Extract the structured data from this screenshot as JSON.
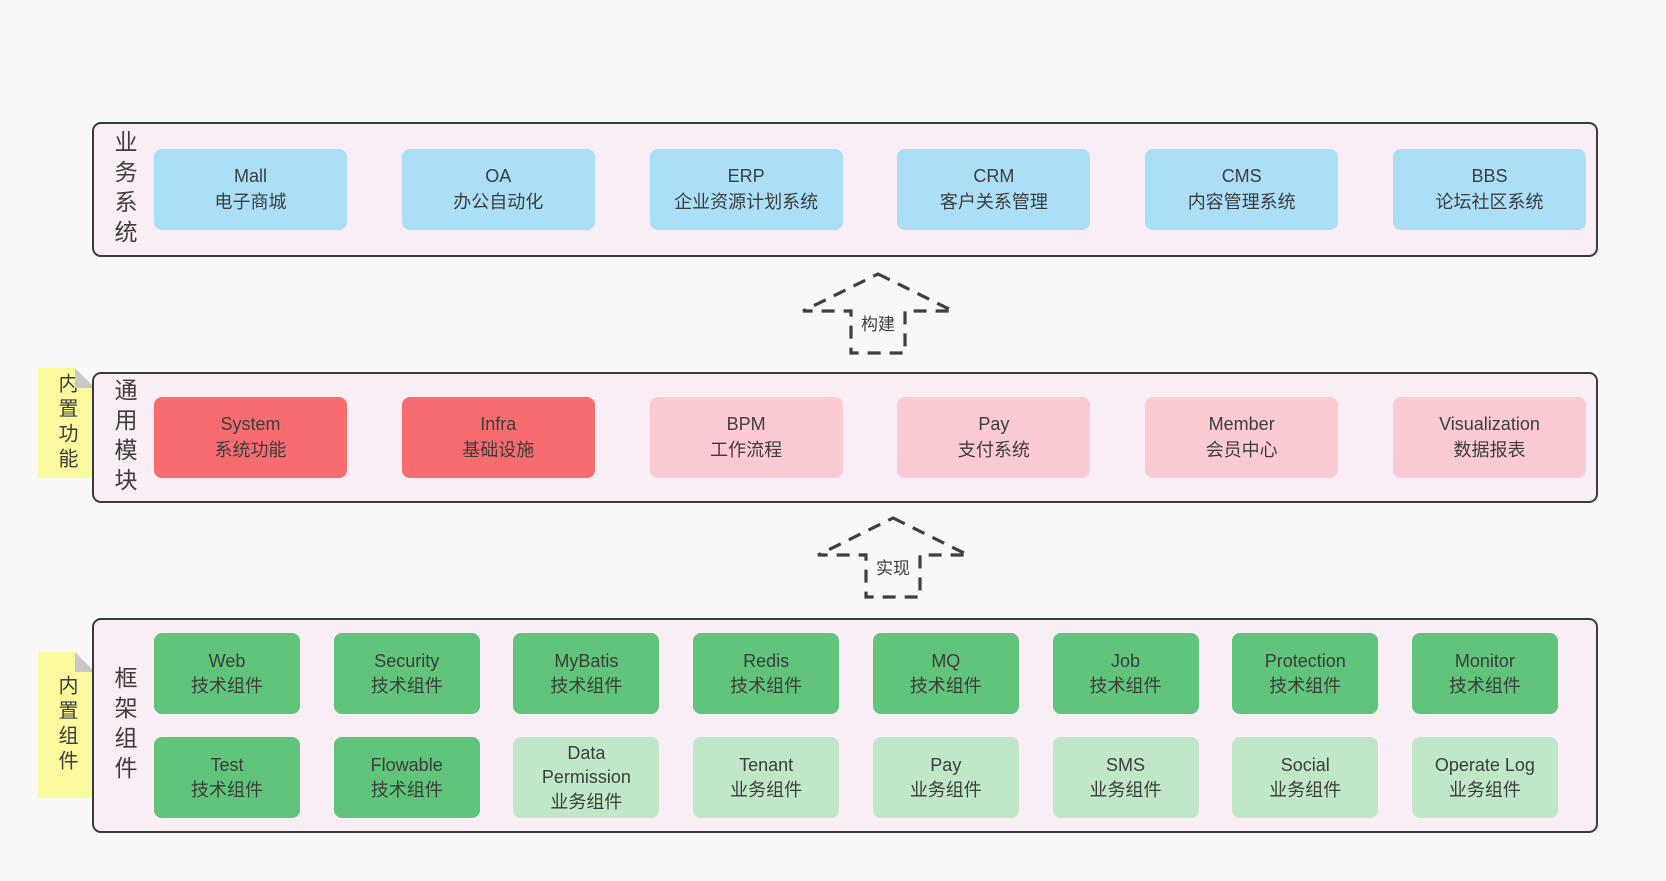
{
  "colors": {
    "page_bg": "#f8f8f8",
    "section_bg": "#f9edf6",
    "section_border": "#3b3b3b",
    "business_box": "#aadff7",
    "core_module_box": "#f76d6f",
    "module_box": "#fccad2",
    "tech_component_box": "#60c47a",
    "biz_component_box": "#c0e8c8",
    "sticky_note": "#fbf99d",
    "sticky_fold": "#c8c8c8",
    "text": "#3d3d3d"
  },
  "arrows": [
    {
      "label": "构建"
    },
    {
      "label": "实现"
    }
  ],
  "sections": [
    {
      "label": "业务系统",
      "boxes": [
        {
          "title": "Mall",
          "subtitle": "电子商城"
        },
        {
          "title": "OA",
          "subtitle": "办公自动化"
        },
        {
          "title": "ERP",
          "subtitle": "企业资源计划系统"
        },
        {
          "title": "CRM",
          "subtitle": "客户关系管理"
        },
        {
          "title": "CMS",
          "subtitle": "内容管理系统"
        },
        {
          "title": "BBS",
          "subtitle": "论坛社区系统"
        }
      ]
    },
    {
      "label": "通用模块",
      "note": "内置功能",
      "boxes": [
        {
          "title": "System",
          "subtitle": "系统功能"
        },
        {
          "title": "Infra",
          "subtitle": "基础设施"
        },
        {
          "title": "BPM",
          "subtitle": "工作流程"
        },
        {
          "title": "Pay",
          "subtitle": "支付系统"
        },
        {
          "title": "Member",
          "subtitle": "会员中心"
        },
        {
          "title": "Visualization",
          "subtitle": "数据报表"
        }
      ]
    },
    {
      "label": "框架组件",
      "note": "内置组件",
      "rows": [
        [
          {
            "title": "Web",
            "subtitle": "技术组件"
          },
          {
            "title": "Security",
            "subtitle": "技术组件"
          },
          {
            "title": "MyBatis",
            "subtitle": "技术组件"
          },
          {
            "title": "Redis",
            "subtitle": "技术组件"
          },
          {
            "title": "MQ",
            "subtitle": "技术组件"
          },
          {
            "title": "Job",
            "subtitle": "技术组件"
          },
          {
            "title": "Protection",
            "subtitle": "技术组件"
          },
          {
            "title": "Monitor",
            "subtitle": "技术组件"
          }
        ],
        [
          {
            "title": "Test",
            "subtitle": "技术组件"
          },
          {
            "title": "Flowable",
            "subtitle": "技术组件"
          },
          {
            "title": "Data Permission",
            "subtitle": "业务组件"
          },
          {
            "title": "Tenant",
            "subtitle": "业务组件"
          },
          {
            "title": "Pay",
            "subtitle": "业务组件"
          },
          {
            "title": "SMS",
            "subtitle": "业务组件"
          },
          {
            "title": "Social",
            "subtitle": "业务组件"
          },
          {
            "title": "Operate Log",
            "subtitle": "业务组件"
          }
        ]
      ]
    }
  ]
}
